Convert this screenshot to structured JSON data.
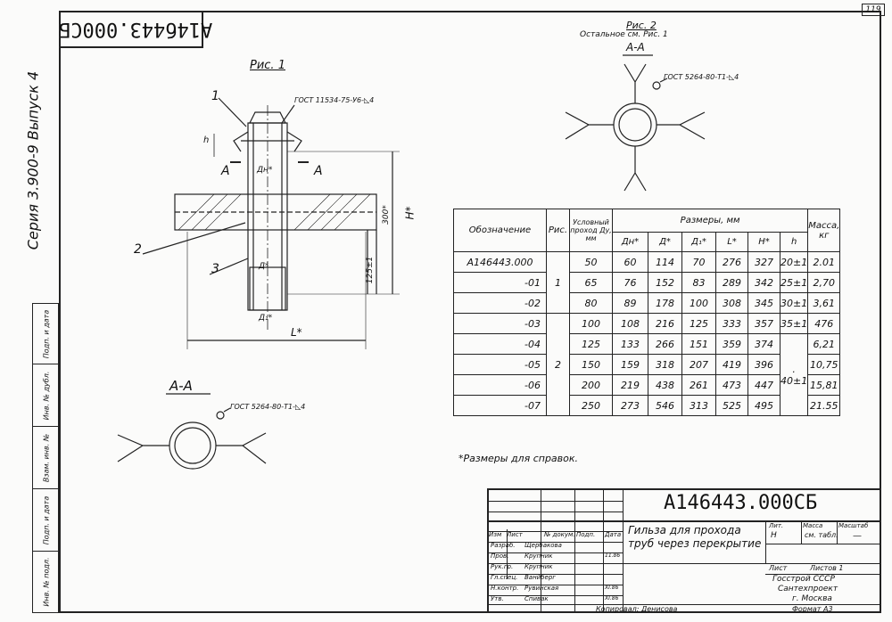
{
  "page_number": "119",
  "doc_code_rotated": "А14б443.000СБ",
  "side_series": "Серия 3.900-9  Выпуск 4",
  "side_box": [
    "Инв. № подл.",
    "Подп. и дата",
    "Взам. инв. №",
    "Инв. № дубл.",
    "Подп. и дата"
  ],
  "fig1": {
    "title": "Рис. 1",
    "callout_1": "1",
    "callout_2": "2",
    "callout_3": "3",
    "weld_1": "ГОСТ 11534-75-У6-◺4",
    "h": "h",
    "section_a_left": "А",
    "section_a_right": "А",
    "dn": "Дн*",
    "d": "Д*",
    "d1": "Д₁*",
    "L": "L*",
    "H": "H*",
    "dim_300": "300*",
    "dim_125": "125±1"
  },
  "section_aa_left": {
    "title": "А-А",
    "weld": "ГОСТ 5264-80-Т1-◺4"
  },
  "fig2": {
    "title": "Рис. 2",
    "note": "Остальное см. Рис. 1",
    "section": "А-А",
    "weld": "ГОСТ 5264-80-Т1-◺4"
  },
  "table": {
    "headers": {
      "designation": "Обозначение",
      "fig": "Рис.",
      "conditional": "Условный проход Ду, мм",
      "sizes": "Размеры, мм",
      "mass": "Масса, кг",
      "dn": "Дн*",
      "d": "Д*",
      "d1": "Д₁*",
      "L": "L*",
      "H": "H*",
      "h": "h"
    },
    "rows": [
      {
        "des": "А146443.000",
        "du": "50",
        "dn": "60",
        "d": "114",
        "d1": "70",
        "L": "276",
        "H": "327",
        "h": "20±1",
        "m": "2.01"
      },
      {
        "des": "-01",
        "du": "65",
        "dn": "76",
        "d": "152",
        "d1": "83",
        "L": "289",
        "H": "342",
        "h": "25±1",
        "m": "2,70"
      },
      {
        "des": "-02",
        "du": "80",
        "dn": "89",
        "d": "178",
        "d1": "100",
        "L": "308",
        "H": "345",
        "h": "30±1",
        "m": "3,61"
      },
      {
        "des": "-03",
        "du": "100",
        "dn": "108",
        "d": "216",
        "d1": "125",
        "L": "333",
        "H": "357",
        "h": "35±1",
        "m": "476"
      },
      {
        "des": "-04",
        "du": "125",
        "dn": "133",
        "d": "266",
        "d1": "151",
        "L": "359",
        "H": "374",
        "h": "",
        "m": "6,21"
      },
      {
        "des": "-05",
        "du": "150",
        "dn": "159",
        "d": "318",
        "d1": "207",
        "L": "419",
        "H": "396",
        "h": "",
        "m": "10,75"
      },
      {
        "des": "-06",
        "du": "200",
        "dn": "219",
        "d": "438",
        "d1": "261",
        "L": "473",
        "H": "447",
        "h": "",
        "m": "15,81"
      },
      {
        "des": "-07",
        "du": "250",
        "dn": "273",
        "d": "546",
        "d1": "313",
        "L": "525",
        "H": "495",
        "h": "",
        "m": "21.55"
      }
    ],
    "fig_group_1": "1",
    "fig_group_2": "2",
    "h_merged": "40±1",
    "h_dot": "."
  },
  "note_ref": "*Размеры для справок.",
  "title_block": {
    "doc_code": "А146443.000СБ",
    "name": "Гильза для прохода труб через перекрытие",
    "head": [
      "Изм",
      "Лист",
      "№ докум.",
      "Подп.",
      "Дата"
    ],
    "roles": [
      {
        "role": "Разраб.",
        "name": "Щербакова",
        "date": ""
      },
      {
        "role": "Пров.",
        "name": "Крупник",
        "date": "11.86"
      },
      {
        "role": "Рук.гр.",
        "name": "Крупник",
        "date": ""
      },
      {
        "role": "Гл.спец.",
        "name": "Ванйберг",
        "date": ""
      },
      {
        "role": "Н.контр.",
        "name": "Рувинская",
        "date": "XI.86"
      },
      {
        "role": "Утв.",
        "name": "Спивак",
        "date": "XI.86"
      }
    ],
    "lit": "Лит.",
    "mass": "Масса",
    "scale": "Масштаб",
    "lit_val": "Н",
    "mass_val": "см. табл.",
    "scale_val": "—",
    "sheet": "Лист",
    "sheets": "Листов 1",
    "org": "Госстрой СССР",
    "org2": "Сантехпроект",
    "city": "г. Москва",
    "copied": "Копировал: Денисова",
    "format": "Формат А3"
  }
}
